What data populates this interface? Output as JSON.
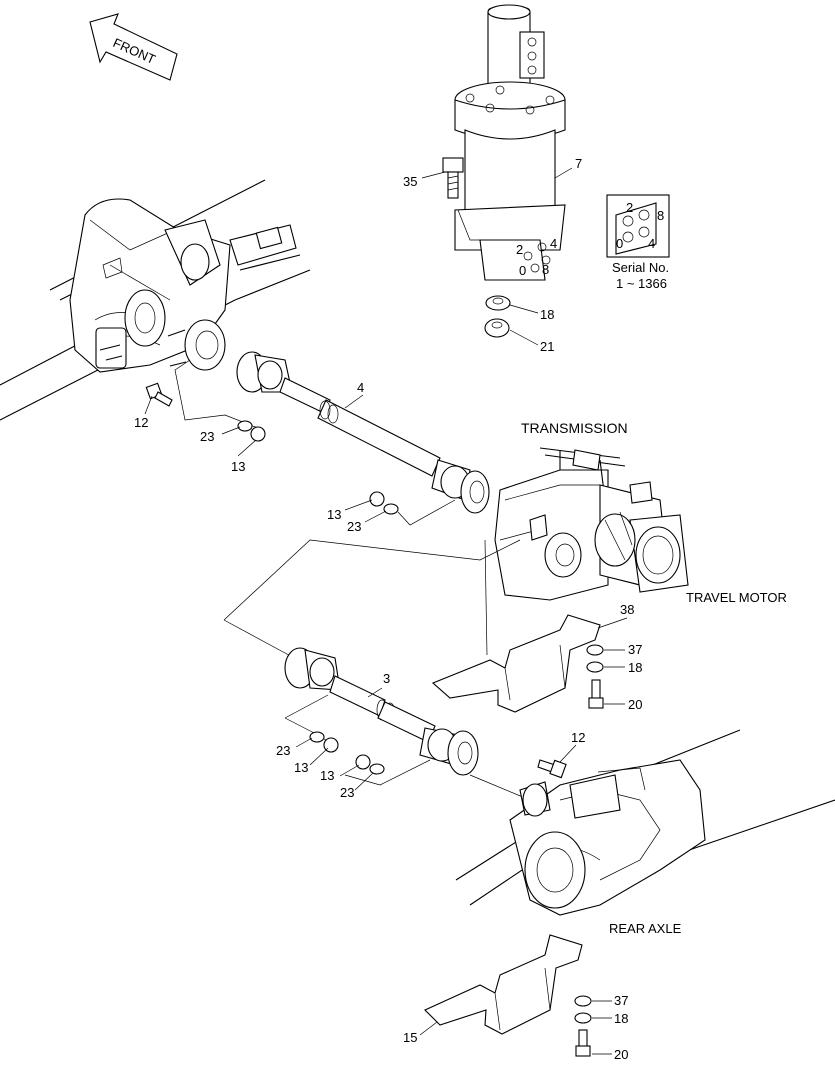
{
  "direction": {
    "label": "FRONT"
  },
  "assemblies": {
    "transmission": "TRANSMISSION",
    "travel_motor": "TRAVEL MOTOR",
    "rear_axle": "REAR AXLE"
  },
  "serial_note": {
    "title": "Serial No.",
    "range": "1 ~ 1366",
    "port_labels": [
      "2",
      "8",
      "0",
      "4"
    ]
  },
  "motor_port_labels": [
    "2",
    "4",
    "0",
    "8"
  ],
  "callouts": {
    "c7": "7",
    "c35": "35",
    "c18a": "18",
    "c21": "21",
    "c4": "4",
    "c12a": "12",
    "c23a": "23",
    "c13a": "13",
    "c13b": "13",
    "c23b": "23",
    "c38": "38",
    "c37a": "37",
    "c18b": "18",
    "c20a": "20",
    "c3": "3",
    "c23c": "23",
    "c13c": "13",
    "c13d": "13",
    "c23d": "23",
    "c12b": "12",
    "c37b": "37",
    "c18c": "18",
    "c20b": "20",
    "c15": "15"
  }
}
